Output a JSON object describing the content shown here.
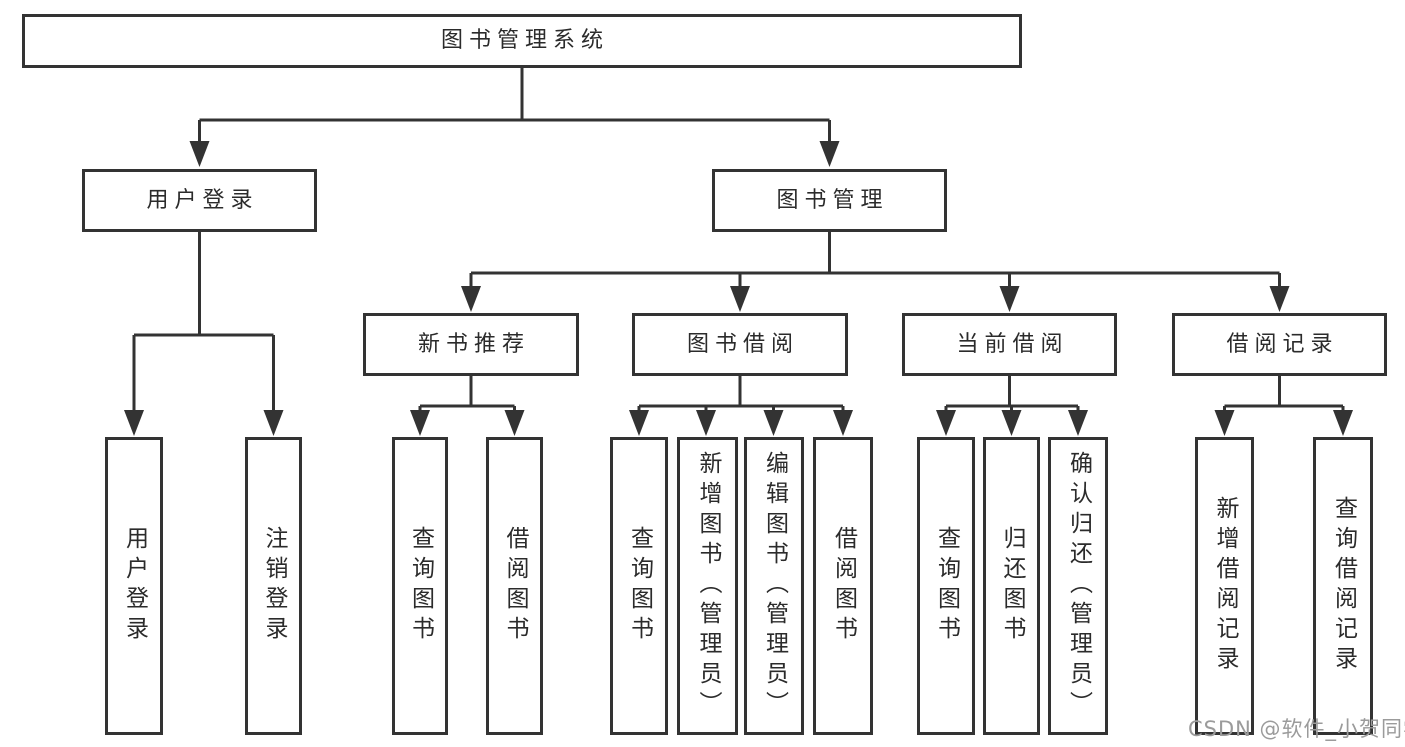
{
  "tree": {
    "root": {
      "label": "图书管理系统",
      "children": [
        {
          "label": "用户登录",
          "children": [
            {
              "label": "用户登录"
            },
            {
              "label": "注销登录"
            }
          ]
        },
        {
          "label": "图书管理",
          "children": [
            {
              "label": "新书推荐",
              "children": [
                {
                  "label": "查询图书"
                },
                {
                  "label": "借阅图书"
                }
              ]
            },
            {
              "label": "图书借阅",
              "children": [
                {
                  "label": "查询图书"
                },
                {
                  "label": "新增图书（管理员）"
                },
                {
                  "label": "编辑图书（管理员）"
                },
                {
                  "label": "借阅图书"
                }
              ]
            },
            {
              "label": "当前借阅",
              "children": [
                {
                  "label": "查询图书"
                },
                {
                  "label": "归还图书"
                },
                {
                  "label": "确认归还（管理员）"
                }
              ]
            },
            {
              "label": "借阅记录",
              "children": [
                {
                  "label": "新增借阅记录"
                },
                {
                  "label": "查询借阅记录"
                }
              ]
            }
          ]
        }
      ]
    }
  },
  "watermark": {
    "text": "CSDN @软件_小贺同学"
  },
  "colors": {
    "line": "#333333",
    "box_border": "#333333",
    "text": "#2b2b2b",
    "watermark": "#9b9b9b",
    "background": "#ffffff"
  }
}
